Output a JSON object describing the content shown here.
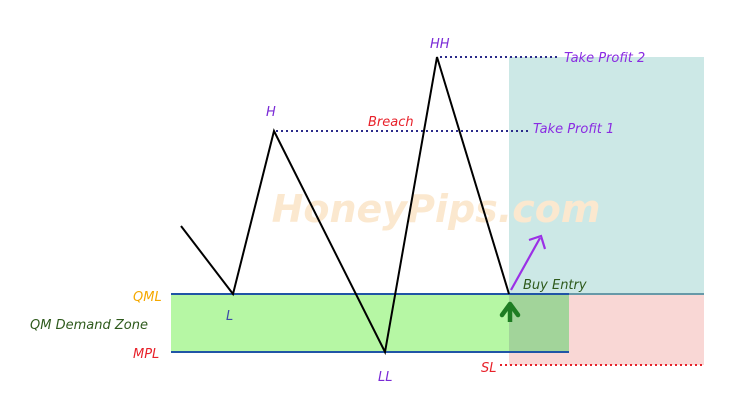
{
  "labels": {
    "qml": "QML",
    "mpl": "MPL",
    "zone": "QM Demand Zone",
    "l": "L",
    "h": "H",
    "ll": "LL",
    "hh": "HH",
    "breach": "Breach",
    "tp1": "Take Profit 1",
    "tp2": "Take Profit 2",
    "buy_entry": "Buy Entry",
    "sl": "SL",
    "watermark": "HoneyPips.com"
  },
  "colors": {
    "qml_label": "#f5a800",
    "mpl_label": "#e8212a",
    "zone_label": "#2e5a1c",
    "pivot_label": "#7a2ad6",
    "low_label": "#3c4aa8",
    "breach_label": "#e8212a",
    "take_profit": "#8a2be2",
    "buy_entry": "#2e5a1c",
    "sl_label": "#e8212a",
    "zone_fill": "#b6f7a4",
    "zone_border": "#2055a6",
    "profit_fill": "#cce8e6",
    "loss_fill": "#f9d7d5",
    "entry_overlap": "#a2d49a",
    "arrow_up": "#1e7d22",
    "arrow_diag": "#9b30e6",
    "watermark": "#fbe8cf",
    "price_line": "#000000"
  },
  "icons": {
    "entry_arrow": "arrow-up-icon",
    "target_arrow": "arrow-up-right-icon"
  }
}
